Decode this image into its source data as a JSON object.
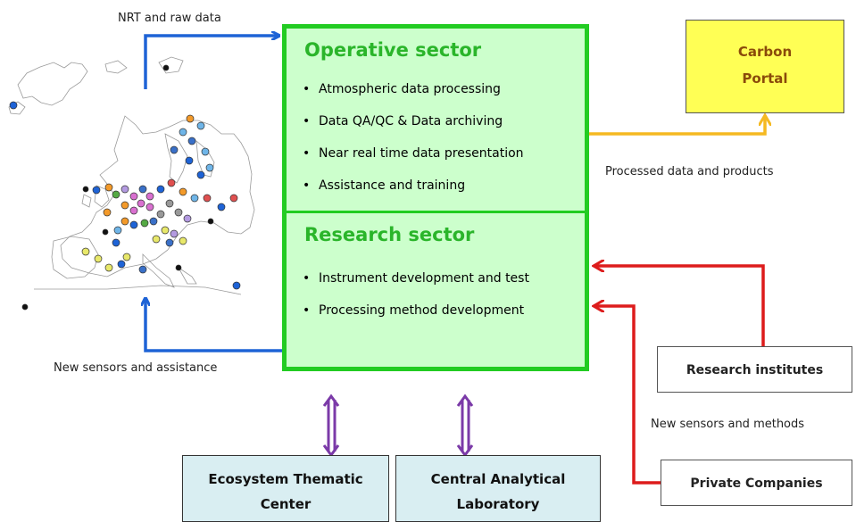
{
  "operative": {
    "title": "Operative sector",
    "items": [
      "Atmospheric data processing",
      "Data QA/QC & Data archiving",
      "Near real time data presentation",
      "Assistance and training"
    ]
  },
  "research": {
    "title": "Research sector",
    "items": [
      "Instrument development and test",
      "Processing method development"
    ]
  },
  "carbon_portal": {
    "line1": "Carbon",
    "line2": "Portal"
  },
  "research_institutes": "Research institutes",
  "private_companies": "Private Companies",
  "ecosystem_center": {
    "line1": "Ecosystem Thematic",
    "line2": "Center"
  },
  "central_lab": {
    "line1": "Central Analytical",
    "line2": "Laboratory"
  },
  "labels": {
    "nrt": "NRT and raw data",
    "processed": "Processed data and products",
    "new_sensors_assistance": "New sensors and assistance",
    "new_sensors_methods": "New sensors and methods"
  },
  "colors": {
    "blue_arrow": "#1e63d6",
    "orange_arrow": "#f5b921",
    "red_arrow": "#dd1c1c",
    "purple_arrow": "#7b3aa8",
    "green_border": "#22cc22"
  }
}
